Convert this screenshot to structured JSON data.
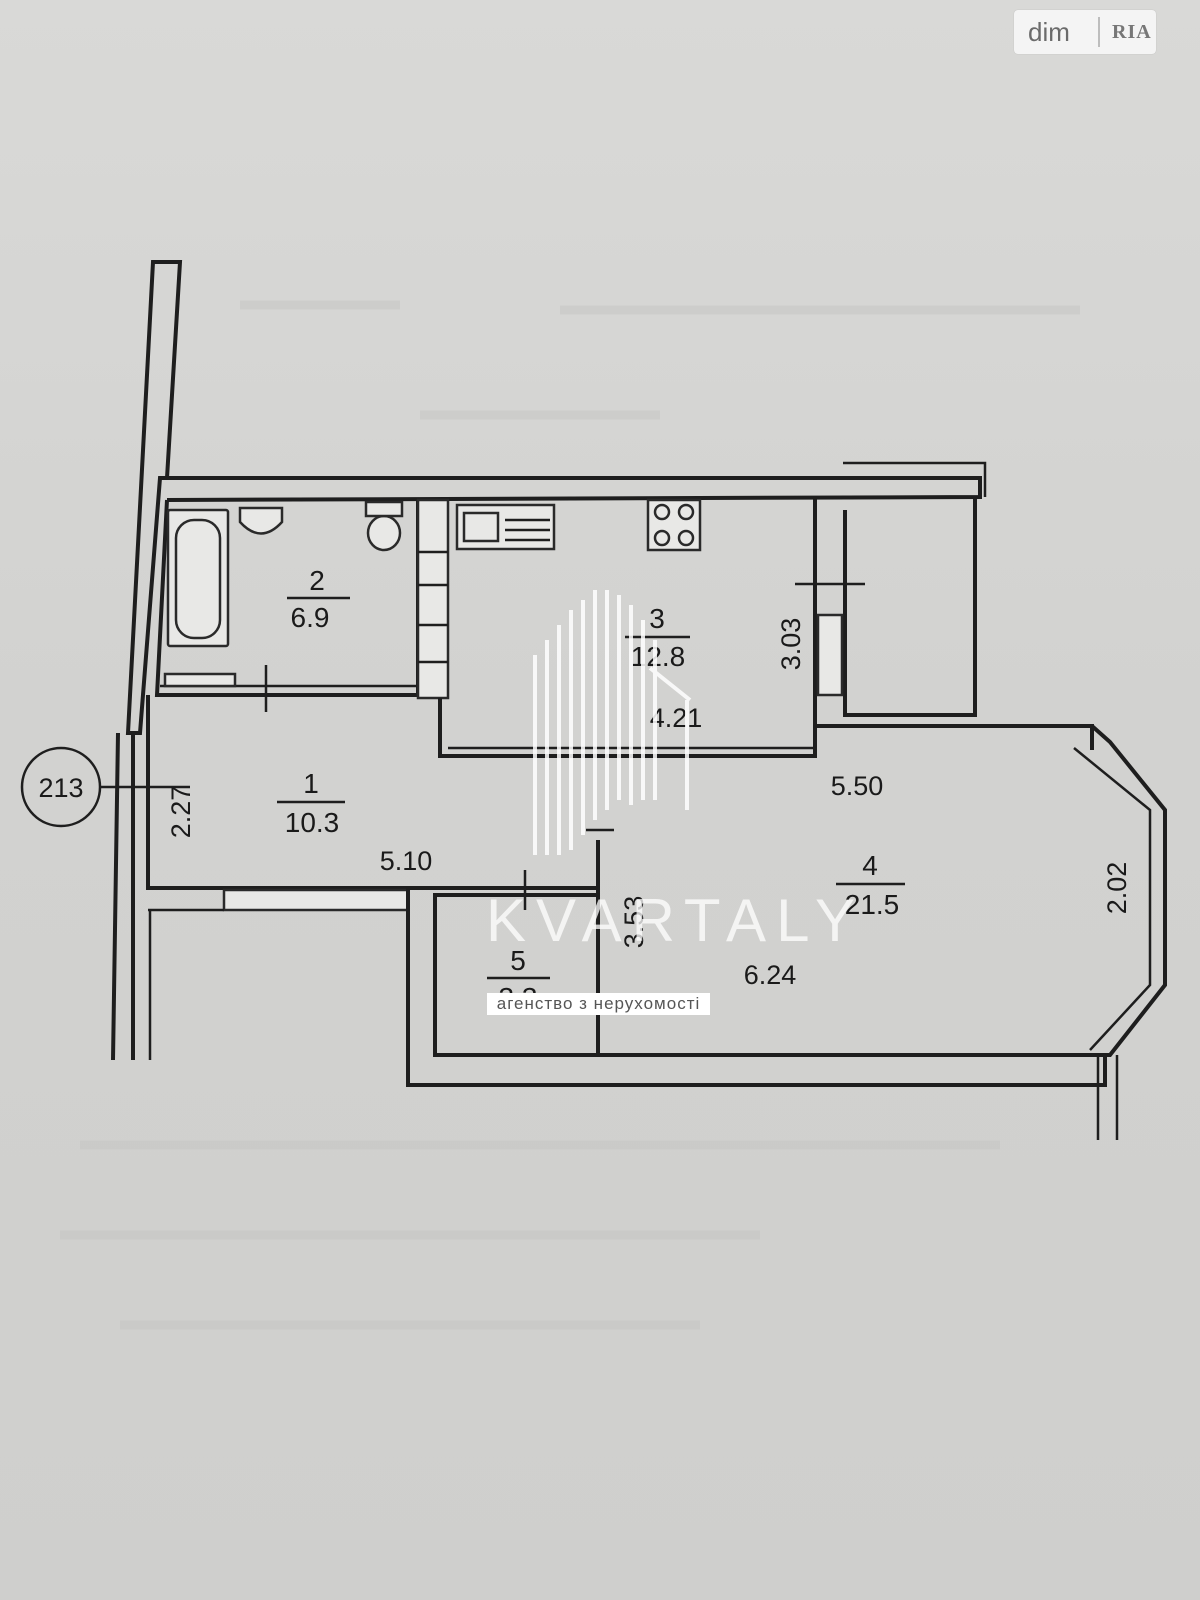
{
  "rooms": [
    {
      "num": "1",
      "area": "10.3"
    },
    {
      "num": "2",
      "area": "6.9"
    },
    {
      "num": "3",
      "area": "12.8"
    },
    {
      "num": "4",
      "area": "21.5"
    },
    {
      "num": "5",
      "area": "3.3"
    }
  ],
  "dimensions": {
    "hall_width": "2.27",
    "hall_length": "5.10",
    "kitchen_length": "4.21",
    "kitchen_width": "3.03",
    "living_length": "5.50",
    "living_bay": "2.02",
    "living_bottom": "6.24",
    "storage_side": "3.53"
  },
  "axis_marker": "213",
  "watermark": {
    "dimria_text": "dim",
    "dimria_logo": "RIA",
    "agency_name": "KVARTALY",
    "agency_tagline": "агенство з нерухомості"
  },
  "colors": {
    "paper": "#d8d8d6",
    "ink": "#1e1e1e"
  }
}
